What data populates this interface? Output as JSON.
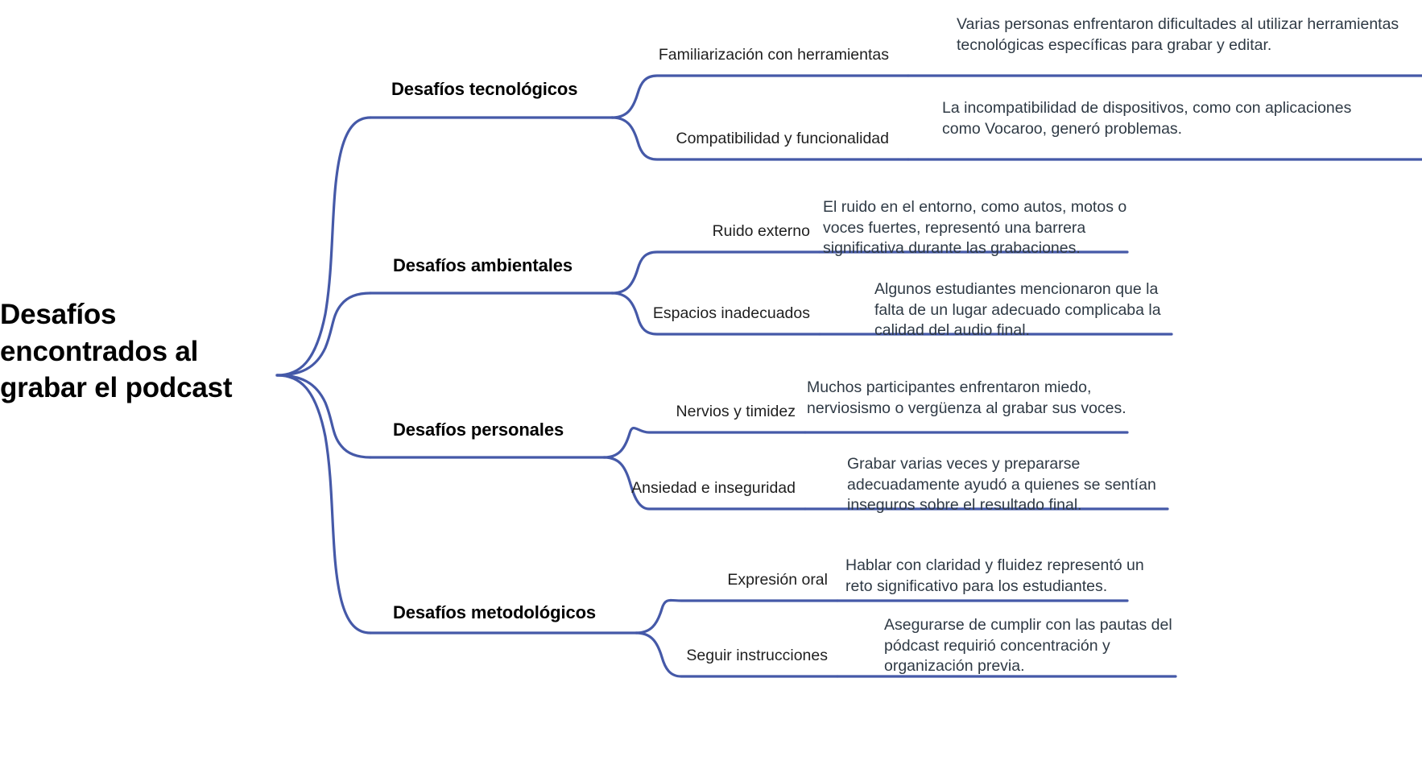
{
  "diagram": {
    "type": "mind-map",
    "orientation": "left-to-right",
    "line_color": "#4559a8",
    "root": {
      "label": "Desafíos encontrados al grabar el podcast"
    },
    "branches": [
      {
        "label": "Desafíos tecnológicos",
        "subtopics": [
          {
            "label": "Familiarización con herramientas",
            "detail": "Varias personas enfrentaron dificultades al utilizar herramientas tecnológicas específicas para grabar y editar."
          },
          {
            "label": "Compatibilidad y funcionalidad",
            "detail": "La incompatibilidad de dispositivos, como con aplicaciones como Vocaroo, generó problemas."
          }
        ]
      },
      {
        "label": "Desafíos ambientales",
        "subtopics": [
          {
            "label": "Ruido externo",
            "detail": "El ruido en el entorno, como autos, motos o voces fuertes, representó una barrera significativa durante las grabaciones."
          },
          {
            "label": "Espacios inadecuados",
            "detail": "Algunos estudiantes mencionaron que la falta de un lugar adecuado complicaba la calidad del audio final."
          }
        ]
      },
      {
        "label": "Desafíos personales",
        "subtopics": [
          {
            "label": "Nervios y timidez",
            "detail": "Muchos participantes enfrentaron miedo, nerviosismo o vergüenza al grabar sus voces."
          },
          {
            "label": "Ansiedad e inseguridad",
            "detail": "Grabar varias veces y prepararse adecuadamente ayudó a quienes se sentían inseguros sobre el resultado final."
          }
        ]
      },
      {
        "label": "Desafíos metodológicos",
        "subtopics": [
          {
            "label": "Expresión oral",
            "detail": "Hablar con claridad y fluidez representó un reto significativo para los estudiantes."
          },
          {
            "label": "Seguir instrucciones",
            "detail": "Asegurarse de cumplir con las pautas del pódcast requirió concentración y organización previa."
          }
        ]
      }
    ]
  }
}
